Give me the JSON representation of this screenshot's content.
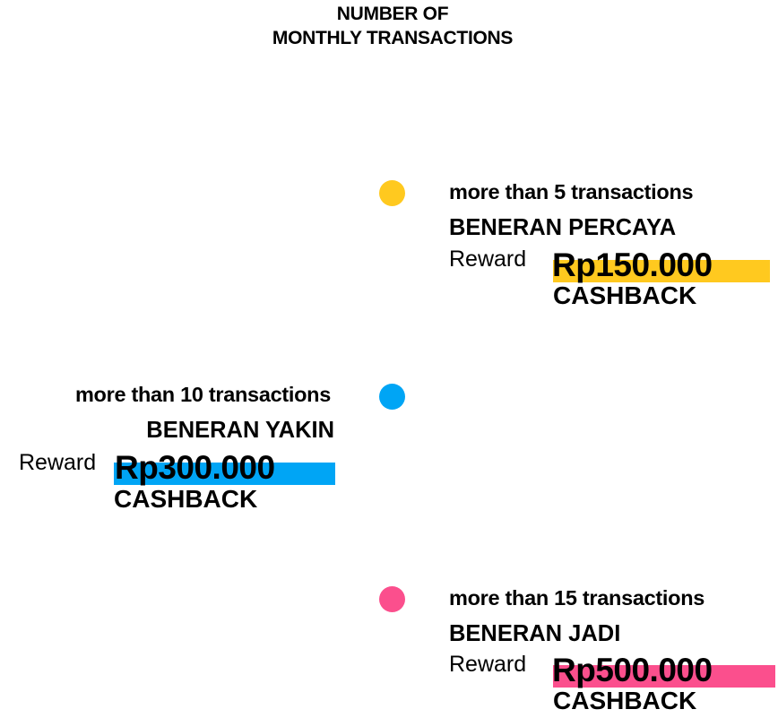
{
  "title": {
    "line1": "NUMBER OF",
    "line2": "MONTHLY TRANSACTIONS"
  },
  "colors": {
    "yellow": "#FFC91F",
    "blue": "#00A5F5",
    "pink": "#FB4F8D"
  },
  "tiers": [
    {
      "condition": "more than 5 transactions",
      "name": "BENERAN PERCAYA",
      "reward_label": "Reward",
      "amount": "Rp150.000",
      "cashback": "CASHBACK",
      "color": "yellow"
    },
    {
      "condition": "more than 10 transactions",
      "name": "BENERAN YAKIN",
      "reward_label": "Reward",
      "amount": "Rp300.000",
      "cashback": "CASHBACK",
      "color": "blue"
    },
    {
      "condition": "more than 15 transactions",
      "name": "BENERAN JADI",
      "reward_label": "Reward",
      "amount": "Rp500.000",
      "cashback": "CASHBACK",
      "color": "pink"
    }
  ]
}
